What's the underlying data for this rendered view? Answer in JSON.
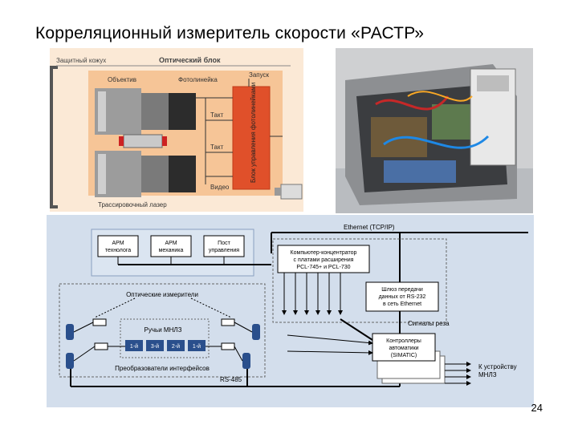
{
  "slide": {
    "title": "Корреляционный измеритель скорости «РАСТР»",
    "page_number": "24"
  },
  "optical_diagram": {
    "housing_label": "Защитный кожух",
    "optical_block_label": "Оптический блок",
    "lens_label": "Объектив",
    "photoline_label": "Фотолинейка",
    "start_label": "Запуск",
    "clock_label_1": "Такт",
    "clock_label_2": "Такт",
    "video_label": "Видео",
    "control_block_label": "Блок управления фотолинейками",
    "laser_label": "Трассировочный лазер"
  },
  "photo": {
    "alt": "Фото аппаратуры"
  },
  "scheme": {
    "ethernet_label": "Ethernet (TCP/IP)",
    "arm1_line1": "АРМ",
    "arm1_line2": "технолога",
    "arm2_line1": "АРМ",
    "arm2_line2": "механика",
    "post_line1": "Пост",
    "post_line2": "управления",
    "concentrator_line1": "Компьютер-концентратор",
    "concentrator_line2": "с платами расширения",
    "concentrator_line3": "PCL-745+ и PCL-730",
    "gateway_line1": "Шлюз передачи",
    "gateway_line2": "данных от RS-232",
    "gateway_line3": "в сеть Ethernet",
    "optical_meters_label": "Оптические измерители",
    "mnlz_streams_label": "Ручьи МНЛЗ",
    "stream_labels": [
      "1-й",
      "3-й",
      "2-й",
      "1-й"
    ],
    "converters_label": "Преобразователи интерфейсов",
    "rs485_label": "RS-485",
    "cut_signals_label": "Сигналы реза",
    "controllers_line1": "Контроллеры",
    "controllers_line2": "автоматики",
    "controllers_line3": "(SIMATIC)",
    "device_line1": "К устройству",
    "device_line2": "МНЛЗ"
  }
}
